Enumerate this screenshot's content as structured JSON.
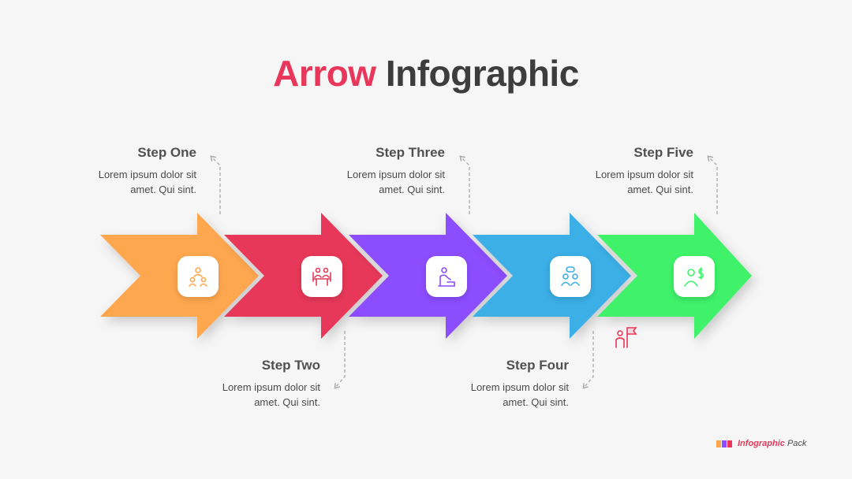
{
  "title": {
    "accent": "Arrow",
    "rest": "Infographic"
  },
  "steps": [
    {
      "title": "Step One",
      "line1": "Lorem ipsum dolor sit",
      "line2": "amet. Qui sint.",
      "color": "#ffa74f",
      "icon": "team-meeting-icon"
    },
    {
      "title": "Step Two",
      "line1": "Lorem ipsum dolor sit",
      "line2": "amet. Qui sint.",
      "color": "#e8375a",
      "icon": "conference-table-icon"
    },
    {
      "title": "Step Three",
      "line1": "Lorem ipsum dolor sit",
      "line2": "amet. Qui sint.",
      "color": "#8c4dff",
      "icon": "person-at-desk-icon"
    },
    {
      "title": "Step Four",
      "line1": "Lorem ipsum dolor sit",
      "line2": "amet. Qui sint.",
      "color": "#3aafe6",
      "icon": "discussion-icon"
    },
    {
      "title": "Step Five",
      "line1": "Lorem ipsum dolor sit",
      "line2": "amet. Qui sint.",
      "color": "#3ff26a",
      "icon": "money-person-icon"
    }
  ],
  "decor_icon": "flag-person-icon",
  "brand": {
    "bold": "Infographic",
    "light": "Pack",
    "squares": [
      "#ffa74f",
      "#8c4dff",
      "#e8375a"
    ]
  },
  "colors": {
    "accent": "#e8375a",
    "text_dark": "#3d3d3d",
    "connector": "#a8a8a8"
  }
}
